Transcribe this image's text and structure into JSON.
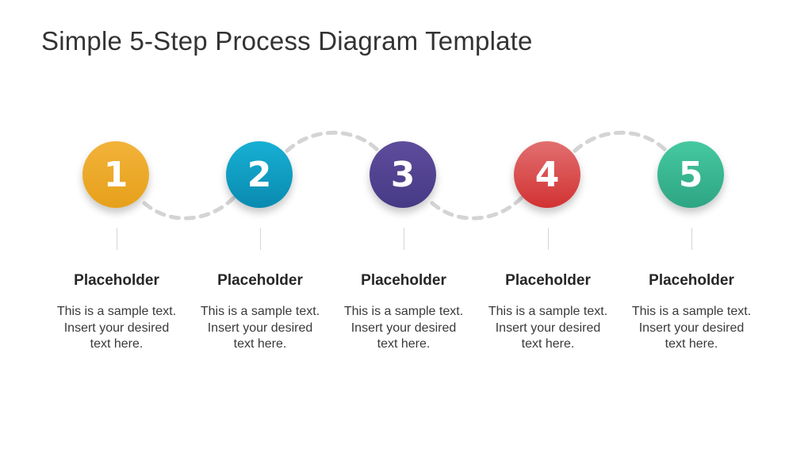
{
  "title": "Simple 5-Step Process Diagram Template",
  "steps": [
    {
      "number": "1",
      "heading": "Placeholder",
      "line1": "This is a sample text.",
      "line2": "Insert your desired",
      "line3": "text here.",
      "color_top": "#f2b33a",
      "color_bottom": "#e6a01a"
    },
    {
      "number": "2",
      "heading": "Placeholder",
      "line1": "This is a sample text.",
      "line2": "Insert your desired",
      "line3": "text here.",
      "color_top": "#17b0d4",
      "color_bottom": "#0a8ab0"
    },
    {
      "number": "3",
      "heading": "Placeholder",
      "line1": "This is a sample text.",
      "line2": "Insert your desired",
      "line3": "text here.",
      "color_top": "#5e4c9c",
      "color_bottom": "#463a85"
    },
    {
      "number": "4",
      "heading": "Placeholder",
      "line1": "This is a sample text.",
      "line2": "Insert your desired",
      "line3": "text here.",
      "color_top": "#e26f70",
      "color_bottom": "#d23232"
    },
    {
      "number": "5",
      "heading": "Placeholder",
      "line1": "This is a sample text.",
      "line2": "Insert your desired",
      "line3": "text here.",
      "color_top": "#45c9a0",
      "color_bottom": "#2ea583"
    }
  ],
  "connector_color": "#d4d4d4"
}
